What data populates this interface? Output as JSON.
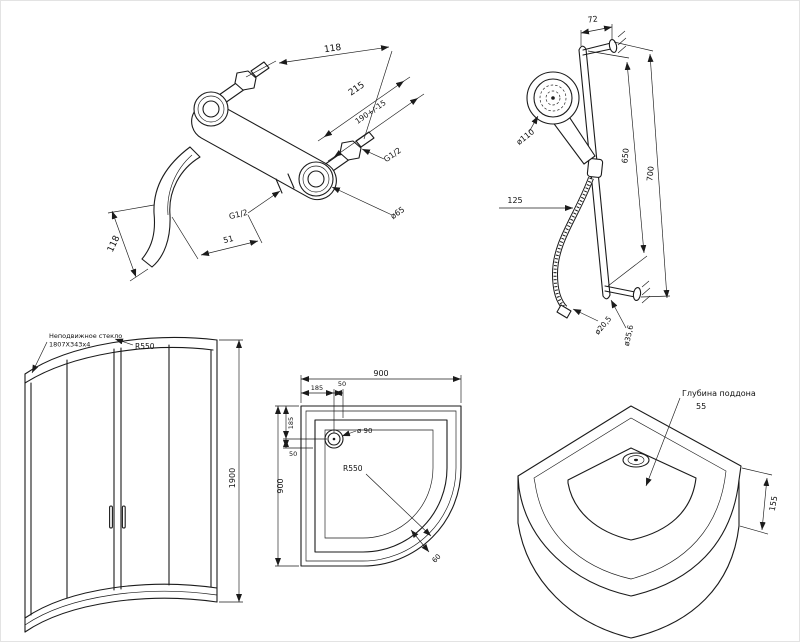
{
  "drawings": {
    "mixer": {
      "dim_118_top": "118",
      "dim_215": "215",
      "dim_190": "190+/-15",
      "thread_wall": "G1/2",
      "dim_d65": "ø65",
      "dim_118_left": "118",
      "dim_51": "51",
      "thread_outlet": "G1/2"
    },
    "rail": {
      "dim_72": "72",
      "dim_d110": "ø110",
      "dim_650": "650",
      "dim_700": "700",
      "dim_125": "125",
      "dim_d20_5": "ø20,5",
      "dim_d35_6": "ø35,6"
    },
    "enclosure": {
      "glass_label_line1": "Неподвижное стекло",
      "glass_label_line2": "1807Х343х4",
      "dim_r550": "R550",
      "dim_1900": "1900"
    },
    "tray_plan": {
      "dim_900_top": "900",
      "dim_185_top": "185",
      "dim_50_top": "50",
      "dim_185_left": "185",
      "dim_50_left": "50",
      "dim_900_left": "900",
      "dim_d90": "ø 90",
      "dim_r550": "R550",
      "dim_60": "60"
    },
    "tray_iso": {
      "depth_label": "Глубина поддона",
      "depth_value": "55",
      "dim_155": "155"
    }
  }
}
